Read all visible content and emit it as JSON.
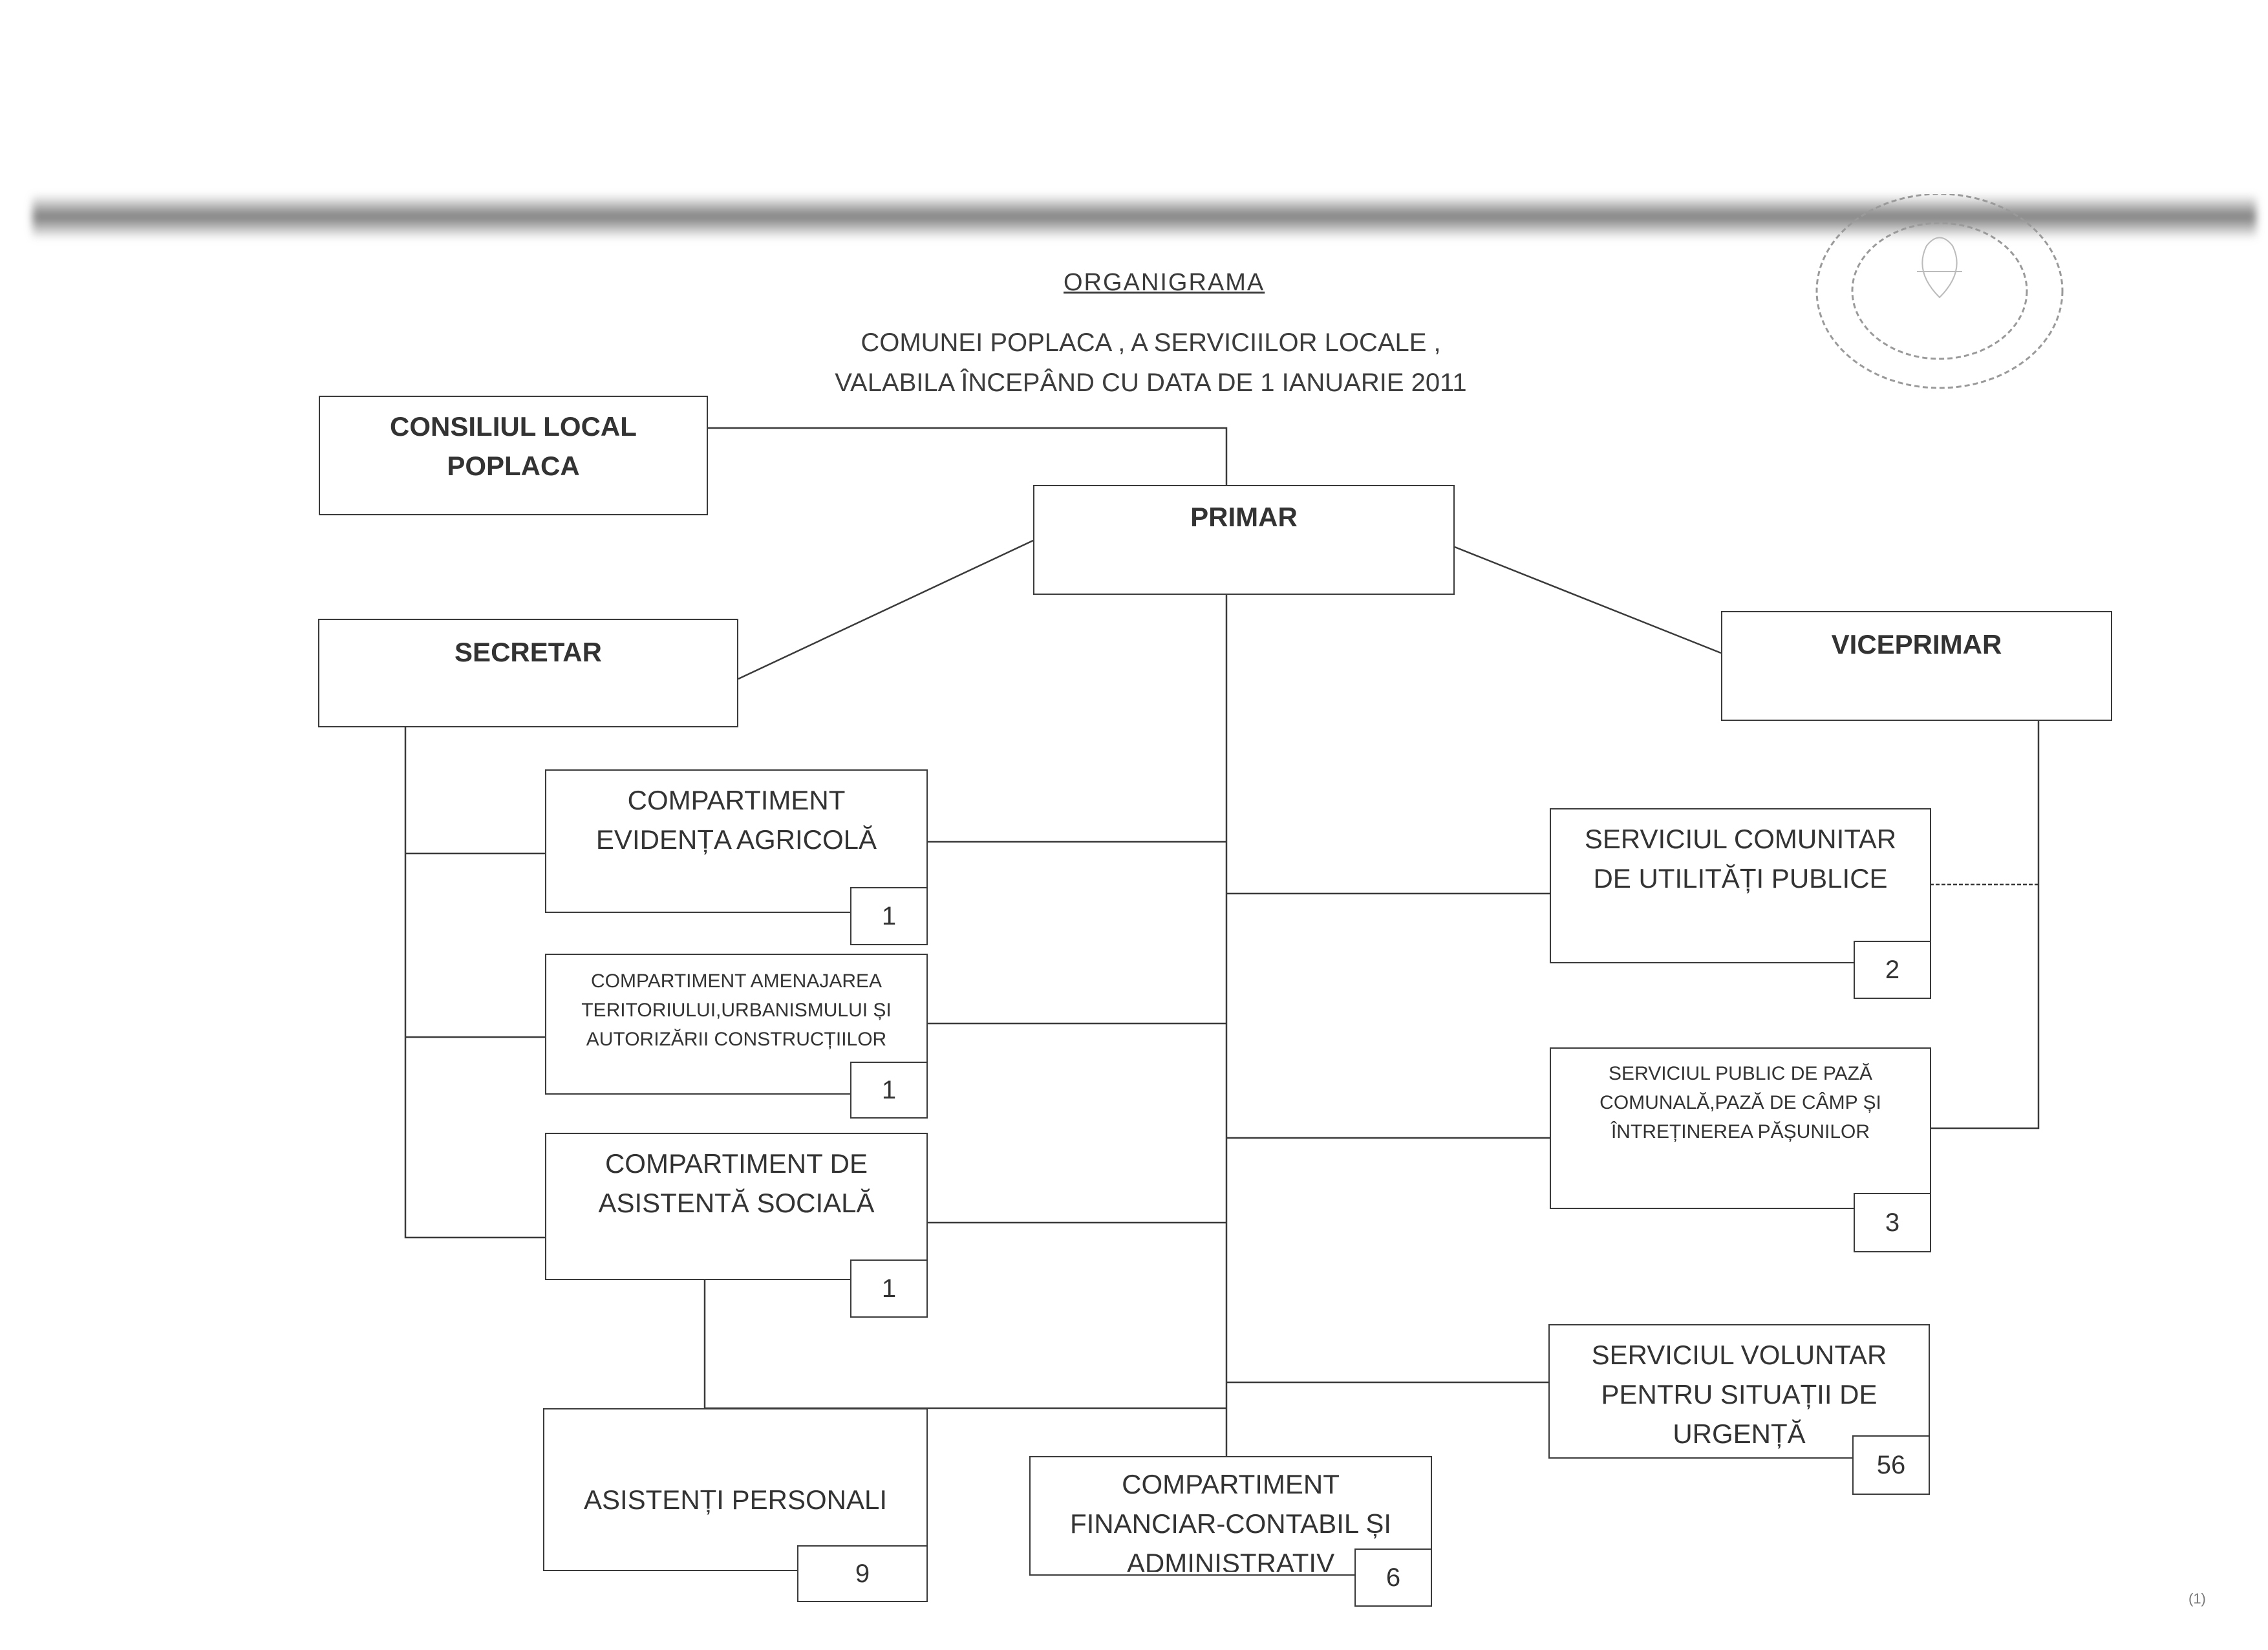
{
  "document": {
    "title": "ORGANIGRAMA",
    "subtitle_line1": "COMUNEI POPLACA , A SERVICIILOR LOCALE ,",
    "subtitle_line2": "VALABILA ÎNCEPÂND CU DATA DE 1 IANUARIE 2011",
    "corner_mark": "(1)"
  },
  "boxes": {
    "consiliul_local": "CONSILIUL LOCAL\nPOPLACA",
    "primar": "PRIMAR",
    "secretar": "SECRETAR",
    "viceprimar": "VICEPRIMAR",
    "evidenta_agricola": "COMPARTIMENT\nEVIDENȚA AGRICOLĂ",
    "amenajarea_teritoriului": "COMPARTIMENT AMENAJAREA\nTERITORIULUI,URBANISMULUI ȘI\nAUTORIZĂRII CONSTRUCȚIILOR",
    "asistenta_sociala": "COMPARTIMENT DE\nASISTENTĂ SOCIALĂ",
    "asistenti_personali": "ASISTENȚI PERSONALI",
    "financiar_contabil": "COMPARTIMENT\nFINANCIAR-CONTABIL ȘI\nADMINISTRATIV",
    "utilitati_publice": "SERVICIUL COMUNITAR\nDE UTILITĂȚI PUBLICE",
    "paza_comunala": "SERVICIUL PUBLIC DE PAZĂ\nCOMUNALĂ,PAZĂ DE CÂMP ȘI\nÎNTREȚINEREA PĂȘUNILOR",
    "voluntar_urgenta": "SERVICIUL VOLUNTAR\nPENTRU SITUAȚII DE\nURGENȚĂ"
  },
  "counts": {
    "evidenta_agricola": "1",
    "amenajarea_teritoriului": "1",
    "asistenta_sociala": "1",
    "asistenti_personali": "9",
    "financiar_contabil": "6",
    "utilitati_publice": "2",
    "paza_comunala": "3",
    "voluntar_urgenta": "56"
  }
}
